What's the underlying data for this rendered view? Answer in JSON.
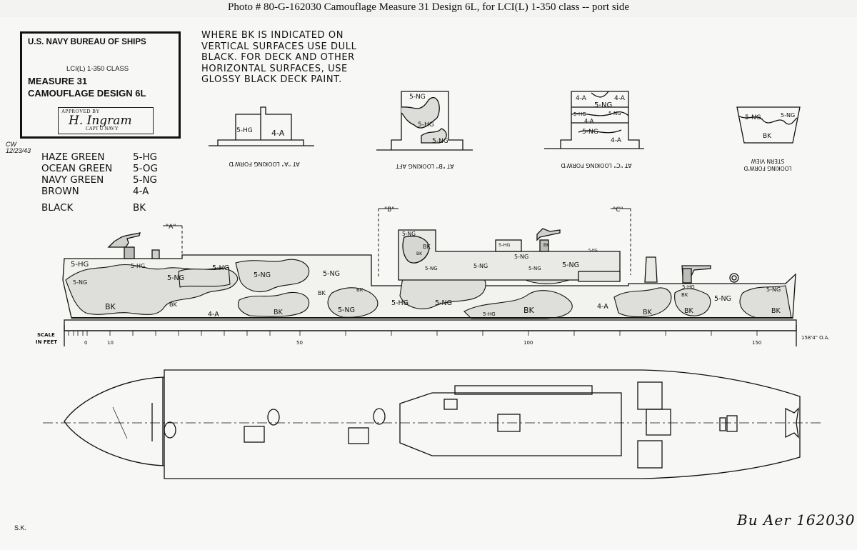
{
  "caption": "Photo #  80-G-162030       Camouflage Measure 31 Design 6L, for LCI(L) 1-350 class -- port side",
  "title_block": {
    "line1": "U.S. NAVY   BUREAU OF SHIPS",
    "line2": "LCI(L) 1-350 CLASS",
    "line3": "MEASURE 31",
    "line4": "CAMOUFLAGE DESIGN 6L",
    "approved_label": "APPROVED BY",
    "signature": "H. Ingram",
    "rank": "CAPT  U  NAVY"
  },
  "initials": [
    "CW",
    "12/23/43"
  ],
  "note": "WHERE BK IS INDICATED ON VERTICAL SURFACES USE DULL BLACK. FOR DECK AND OTHER HORIZONTAL SURFACES, USE GLOSSY BLACK DECK PAINT.",
  "legend": [
    {
      "name": "HAZE GREEN",
      "code": "5-HG"
    },
    {
      "name": "OCEAN GREEN",
      "code": "5-OG"
    },
    {
      "name": "NAVY GREEN",
      "code": "5-NG"
    },
    {
      "name": "BROWN",
      "code": "4-A"
    },
    {
      "name": "BLACK",
      "code": "BK"
    }
  ],
  "sections": {
    "a": {
      "caption": "AT \"A\" LOOKING FORW'D",
      "labels": [
        "5-HG",
        "4-A"
      ]
    },
    "b": {
      "caption": "AT \"B\" LOOKING AFT",
      "labels": [
        "5-NG",
        "5-HG",
        "5-NG"
      ]
    },
    "c": {
      "caption": "AT \"C\" LOOKING FORW'D",
      "labels": [
        "4-A",
        "4-A",
        "5-NG",
        "5-HG",
        "5-NG",
        "4-A",
        "5-NG",
        "4-A"
      ]
    },
    "stern": {
      "caption1": "STERN VIEW",
      "caption2": "LOOKING FORW'D",
      "labels": [
        "5-NG",
        "5-NG",
        "BK"
      ]
    }
  },
  "markers": {
    "a": "\"A\"",
    "b": "\"B\"",
    "c": "\"C\""
  },
  "profile_labels": [
    "5-HG",
    "5-HG",
    "5-NG",
    "5-NG",
    "5-HG",
    "5-NG",
    "5-NG",
    "BK",
    "BK",
    "4-A",
    "BK",
    "BK",
    "BK",
    "5-NG",
    "5-HG",
    "5-NG",
    "5-NG",
    "BK",
    "5-NG",
    "5-NG",
    "5-NG",
    "5-HG",
    "BK",
    "BK",
    "4-A",
    "BK",
    "5-HG",
    "5-NG",
    "5-NG",
    "BK",
    "BK",
    "5-HG",
    "5-HG",
    "5-NG",
    "5-NG",
    "BK",
    "BK"
  ],
  "scale": {
    "label1": "SCALE",
    "label2": "IN FEET",
    "ticks": [
      "0",
      "10",
      "50",
      "100",
      "150"
    ],
    "length": "158'4\" O.A."
  },
  "footer": {
    "left": "S.K.",
    "right": "Bu Aer 162030"
  }
}
